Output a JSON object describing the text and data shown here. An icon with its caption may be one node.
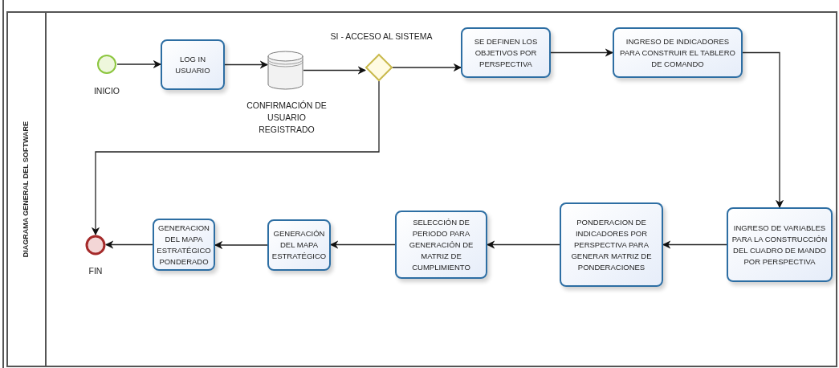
{
  "diagram": {
    "nodes": [
      {
        "text": [
          "DIAGRAMA GENERAL DEL SOFTWARE"
        ]
      },
      {
        "text": [],
        "shape": "circle",
        "beside": [
          "INICIO"
        ],
        "in": 0
      },
      {
        "text": [
          "LOG IN USUARIO"
        ],
        "in": 0
      },
      {
        "text": [],
        "shape": "cylinder",
        "beside": [
          "CONFIRMACIÓN DE USUARIO REGISTRADO"
        ],
        "in": 0
      },
      {
        "text": [],
        "shape": "diamond",
        "beside": [
          "SI - ACCESO AL SISTEMA"
        ],
        "in": 0
      },
      {
        "text": [
          "SE DEFINEN  LOS OBJETIVOS POR PERSPECTIVA"
        ],
        "in": 0
      },
      {
        "text": [
          "INGRESO DE INDICADORES PARA CONSTRUIR EL TABLERO DE COMANDO"
        ],
        "in": 0
      },
      {
        "text": [
          "INGRESO DE VARIABLES PARA LA CONSTRUCCIÓN DEL CUADRO DE MANDO POR PERSPECTIVA"
        ],
        "in": 0
      },
      {
        "text": [
          "PONDERACION DE INDICADORES POR PERSPECTIVA PARA GENERAR MATRIZ DE PONDERACIONES"
        ],
        "in": 0
      },
      {
        "text": [
          "SELECCIÓN DE PERIODO PARA GENERACIÓN DE MATRIZ DE CUMPLIMIENTO"
        ],
        "in": 0
      },
      {
        "text": [
          "GENERACIÓN DEL MAPA ESTRATÉGICO"
        ],
        "in": 0
      },
      {
        "text": [
          "GENERACION DEL MAPA ESTRATÉGICO PONDERADO"
        ],
        "in": 0
      },
      {
        "text": [],
        "shape": "circle",
        "beside": [
          "FIN"
        ],
        "in": 0
      }
    ],
    "edges": [
      {
        "from": 1,
        "to": 2,
        "arrow": "to"
      },
      {
        "from": 2,
        "to": 3,
        "arrow": "to"
      },
      {
        "from": 3,
        "to": 4,
        "arrow": "to"
      },
      {
        "from": 4,
        "to": 5,
        "arrow": "to"
      },
      {
        "from": 5,
        "to": 6,
        "arrow": "to"
      },
      {
        "from": 6,
        "to": 7,
        "arrow": "to"
      },
      {
        "from": 7,
        "to": 8,
        "arrow": "to"
      },
      {
        "from": 8,
        "to": 9,
        "arrow": "to"
      },
      {
        "from": 9,
        "to": 10,
        "arrow": "to"
      },
      {
        "from": 10,
        "to": 11,
        "arrow": "to"
      },
      {
        "from": 11,
        "to": 12,
        "arrow": "to"
      },
      {
        "from": 4,
        "to": 12,
        "arrow": "to"
      }
    ]
  }
}
